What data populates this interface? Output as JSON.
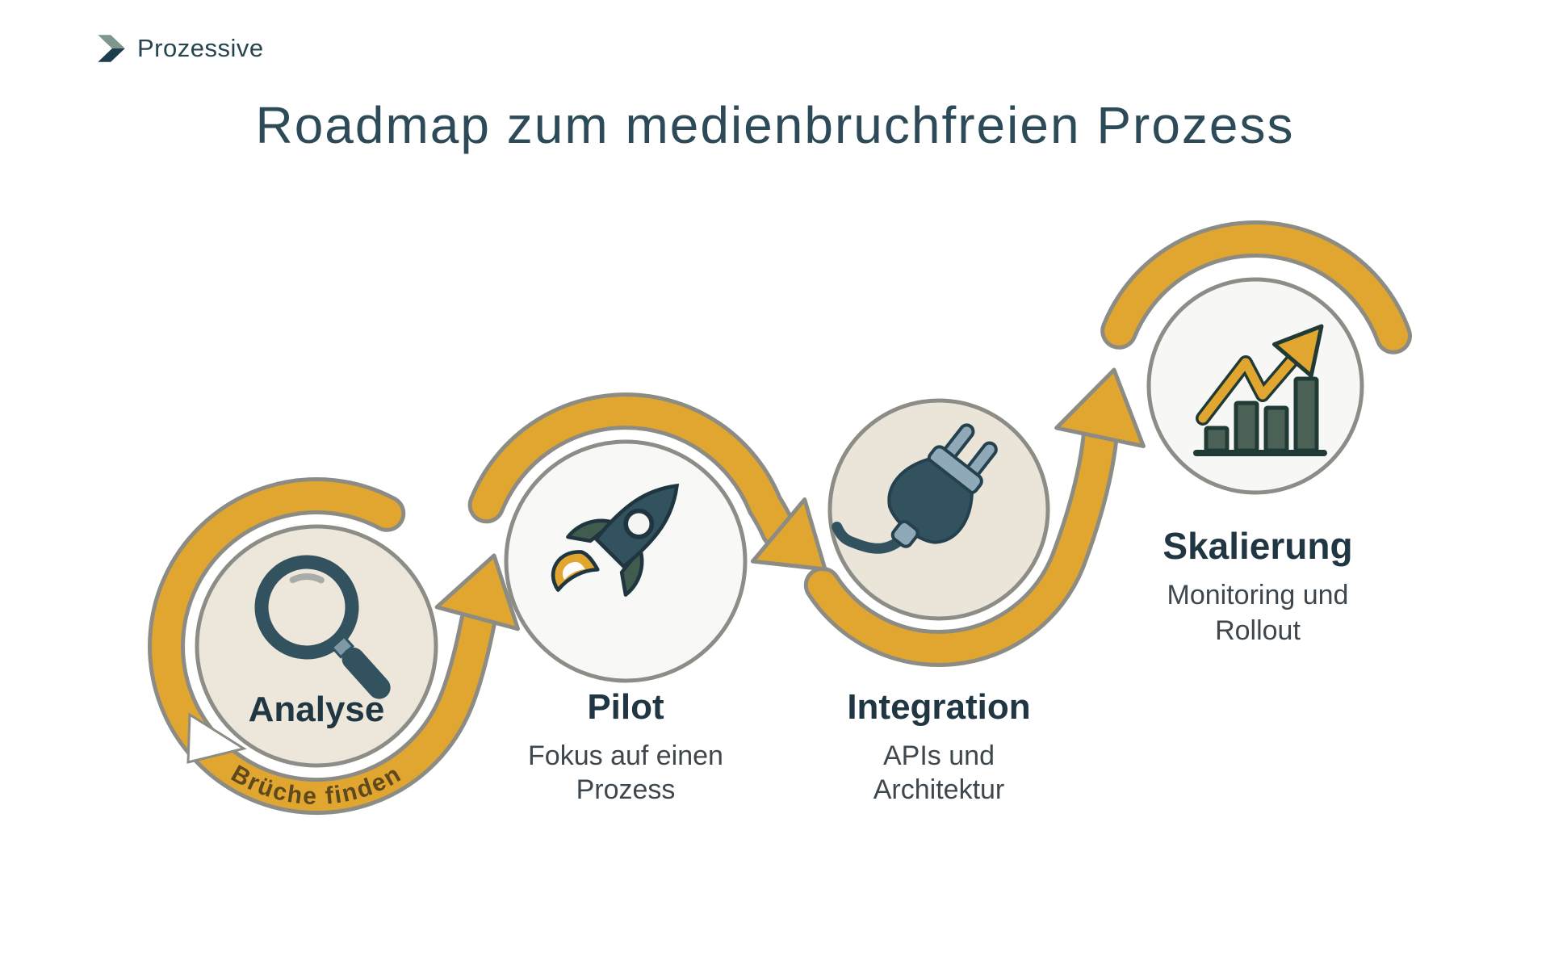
{
  "header": {
    "logo_text": "Prozessive",
    "title": "Roadmap zum medienbruchfreien Prozess"
  },
  "colors": {
    "path_gold": "#E0A62F",
    "path_outline_gray": "#8C8C85",
    "title_text": "#2C4A57",
    "stage_label_text": "#203743",
    "subtitle_text": "#3D474D",
    "ribbon_text": "#5E481E",
    "icon_dark_teal": "#33525F",
    "icon_light_blue": "#8FA9B8",
    "icon_bar_green": "#4C6156",
    "circle_beige": "#ECE7DA",
    "circle_white": "#F8F8F6"
  },
  "stages": [
    {
      "label": "Analyse",
      "ribbon_label": "Brüche finden",
      "icon": "magnifier-icon",
      "subtitle_lines": []
    },
    {
      "label": "Pilot",
      "icon": "rocket-icon",
      "subtitle_lines": [
        "Fokus auf einen",
        "Prozess"
      ]
    },
    {
      "label": "Integration",
      "icon": "plug-icon",
      "subtitle_lines": [
        "APIs und",
        "Architektur"
      ]
    },
    {
      "label": "Skalierung",
      "icon": "growth-chart-icon",
      "subtitle_lines": [
        "Monitoring und",
        "Rollout"
      ]
    }
  ]
}
